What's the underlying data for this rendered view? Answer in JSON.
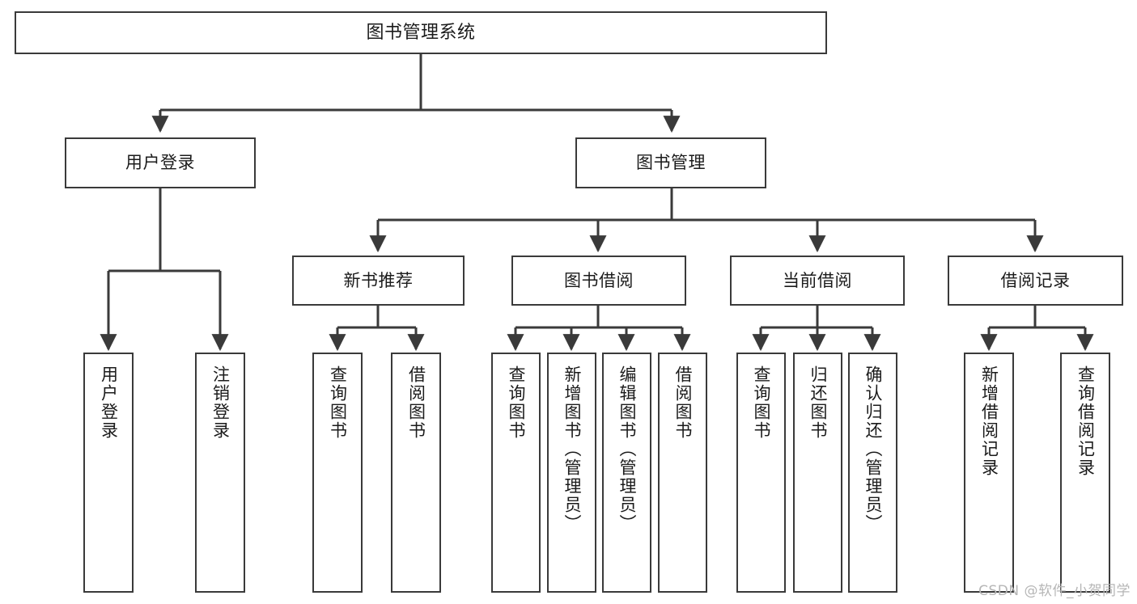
{
  "diagram": {
    "title": "图书管理系统",
    "watermark": "CSDN @软件_小贺同学",
    "line_color": "#3a3a3a",
    "box_fill": "#ffffff",
    "text_color": "#1b1b1b",
    "watermark_color": "#b6b6b6",
    "root": {
      "label": "图书管理系统"
    },
    "level2": [
      {
        "label": "用户登录"
      },
      {
        "label": "图书管理"
      }
    ],
    "level3": [
      {
        "label": "新书推荐"
      },
      {
        "label": "图书借阅"
      },
      {
        "label": "当前借阅"
      },
      {
        "label": "借阅记录"
      }
    ],
    "leaves": {
      "user_login": [
        {
          "label": "用户登录"
        },
        {
          "label": "注销登录"
        }
      ],
      "new_book": [
        {
          "label": "查询图书"
        },
        {
          "label": "借阅图书"
        }
      ],
      "book_borrow": [
        {
          "label": "查询图书"
        },
        {
          "label": "新增图书（管理员）"
        },
        {
          "label": "编辑图书（管理员）"
        },
        {
          "label": "借阅图书"
        }
      ],
      "current_borrow": [
        {
          "label": "查询图书"
        },
        {
          "label": "归还图书"
        },
        {
          "label": "确认归还（管理员）"
        }
      ],
      "borrow_record": [
        {
          "label": "新增借阅记录"
        },
        {
          "label": "查询借阅记录"
        }
      ]
    }
  }
}
